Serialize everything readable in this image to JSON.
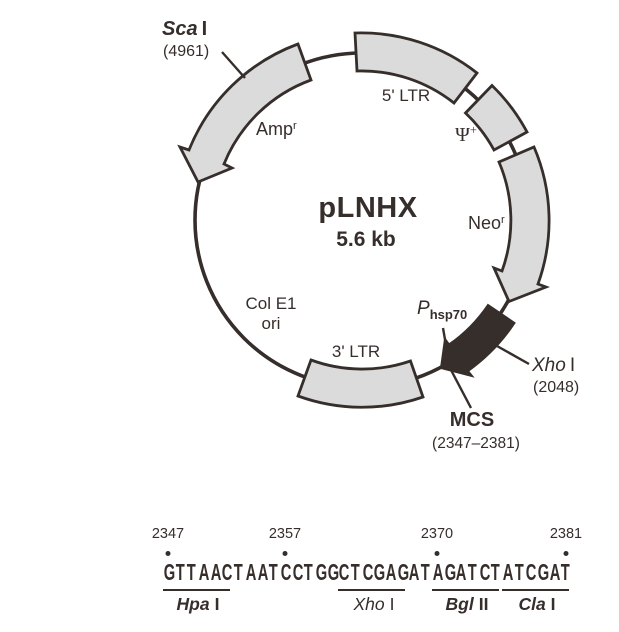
{
  "plasmid": {
    "name": "pLNHX",
    "size": "5.6 kb",
    "features": {
      "amp": {
        "base": "Amp",
        "sup": "r"
      },
      "five_ltr": "5' LTR",
      "psi": {
        "base": "Ψ",
        "sup": "+"
      },
      "neo": {
        "base": "Neo",
        "sup": "r"
      },
      "phsp70": {
        "p": "P",
        "sub": "hsp70"
      },
      "col_e1": {
        "line1": "Col E1",
        "line2": "ori"
      },
      "three_ltr": "3' LTR"
    },
    "sites": {
      "sca": {
        "enzyme": "Sca",
        "roman": "I",
        "position": "(4961)"
      },
      "xho": {
        "enzyme": "Xho",
        "roman": "I",
        "position": "(2048)"
      },
      "mcs": {
        "label": "MCS",
        "range": "(2347–2381)"
      }
    }
  },
  "sequence": {
    "positions": [
      "2347",
      "2357",
      "2370",
      "2381"
    ],
    "segments": [
      {
        "text": "GTTAAC",
        "underline": true,
        "enzyme": "Hpa",
        "roman": "I",
        "bold": true
      },
      {
        "text": "TAATCCTGG",
        "underline": false
      },
      {
        "text": "CTCGAG",
        "underline": true,
        "enzyme": "Xho",
        "roman": "I",
        "bold": false
      },
      {
        "text": "AT",
        "underline": false
      },
      {
        "text": "AGATCT",
        "underline": true,
        "enzyme": "Bgl",
        "roman": "II",
        "bold": true
      },
      {
        "text": "ATCGAT",
        "underline": true,
        "enzyme": "Cla",
        "roman": "I",
        "bold": true
      }
    ]
  },
  "colors": {
    "ink": "#362e2b",
    "segment_fill": "#dbdbdb",
    "promoter_fill": "#362e2b"
  }
}
